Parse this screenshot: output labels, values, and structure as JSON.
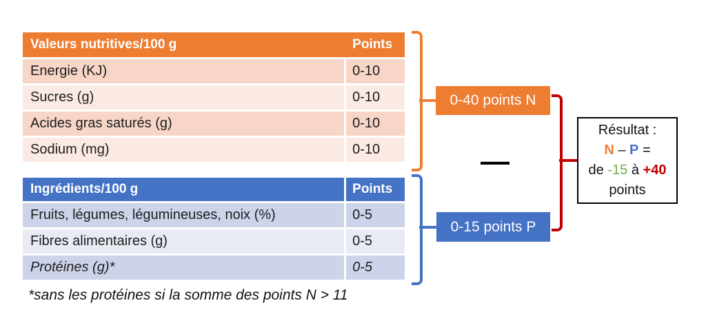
{
  "colors": {
    "accent_orange": "#ED7D31",
    "accent_blue": "#4472C4",
    "accent_red": "#C00000",
    "accent_green": "#70AD47",
    "row_orange_dark": "#F7D6C7",
    "row_orange_light": "#FBEAE3",
    "row_blue_dark": "#CDD4E9",
    "row_blue_light": "#E9EBF4"
  },
  "nutrient_table": {
    "header": {
      "label": "Valeurs nutritives/100 g",
      "points": "Points"
    },
    "rows": [
      {
        "label": "Energie (KJ)",
        "points": "0-10"
      },
      {
        "label": "Sucres (g)",
        "points": "0-10"
      },
      {
        "label": "Acides gras saturés (g)",
        "points": "0-10"
      },
      {
        "label": "Sodium (mg)",
        "points": "0-10"
      }
    ]
  },
  "ingredient_table": {
    "header": {
      "label": "Ingrédients/100 g",
      "points": "Points"
    },
    "rows": [
      {
        "label": "Fruits, légumes, légumineuses, noix (%)",
        "points": "0-5"
      },
      {
        "label": "Fibres alimentaires (g)",
        "points": "0-5"
      },
      {
        "label": "Protéines (g)*",
        "points": "0-5"
      }
    ]
  },
  "badges": {
    "n_label": "0-40 points N",
    "p_label": "0-15 points P"
  },
  "operator": {
    "icon": "minus-icon",
    "glyph": "—"
  },
  "result_box": {
    "title": "Résultat :",
    "n": "N",
    "dash": " – ",
    "p": "P",
    "equals": " =",
    "de": "de ",
    "low": "-15",
    "a": " à ",
    "high": "+40",
    "unit": "points"
  },
  "footnote": "*sans les protéines si la somme des points N > 11"
}
